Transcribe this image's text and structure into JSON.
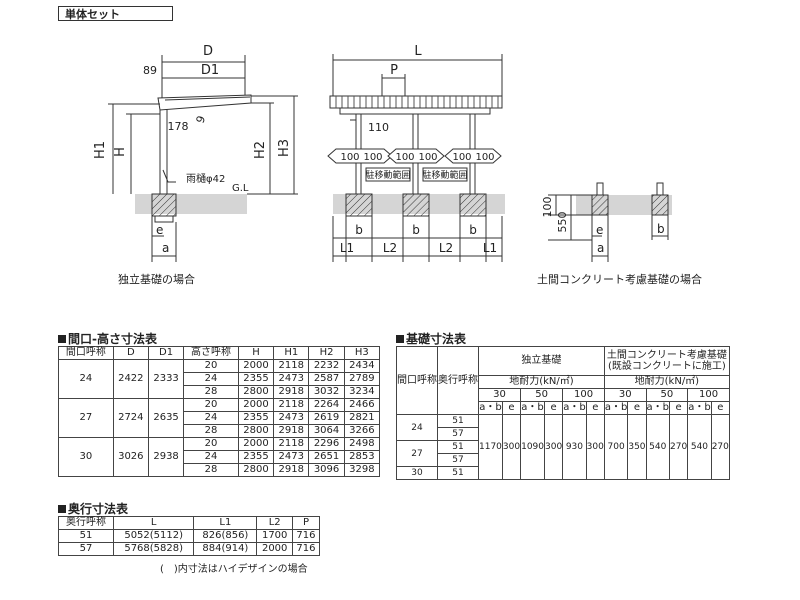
{
  "tag": "単体セット",
  "diagram_left": {
    "labels": {
      "D": "D",
      "D1": "D1",
      "dim89": "89",
      "dim178": "178",
      "dim9": "9",
      "H1": "H1",
      "H": "H",
      "H2": "H2",
      "H3": "H3",
      "gutter": "雨樋φ42",
      "gl": "G.L",
      "e": "e",
      "a": "a"
    },
    "caption": "独立基礎の場合"
  },
  "diagram_mid": {
    "labels": {
      "L": "L",
      "P": "P",
      "dim110": "110",
      "L1": "L1",
      "L2": "L2",
      "b": "b",
      "arrow": "100",
      "sign": "駐移動範囲"
    }
  },
  "diagram_right": {
    "labels": {
      "dim100": "100",
      "dim550": "550",
      "e": "e",
      "a": "a",
      "b": "b"
    },
    "caption": "土間コンクリート考慮基礎の場合"
  },
  "table_height": {
    "title": "間口-高さ寸法表",
    "headers": [
      "間口呼称",
      "D",
      "D1",
      "高さ呼称",
      "H",
      "H1",
      "H2",
      "H3"
    ],
    "groups": [
      {
        "name": "24",
        "D": "2422",
        "D1": "2333",
        "rows": [
          [
            "20",
            "2000",
            "2118",
            "2232",
            "2434"
          ],
          [
            "24",
            "2355",
            "2473",
            "2587",
            "2789"
          ],
          [
            "28",
            "2800",
            "2918",
            "3032",
            "3234"
          ]
        ]
      },
      {
        "name": "27",
        "D": "2724",
        "D1": "2635",
        "rows": [
          [
            "20",
            "2000",
            "2118",
            "2264",
            "2466"
          ],
          [
            "24",
            "2355",
            "2473",
            "2619",
            "2821"
          ],
          [
            "28",
            "2800",
            "2918",
            "3064",
            "3266"
          ]
        ]
      },
      {
        "name": "30",
        "D": "3026",
        "D1": "2938",
        "rows": [
          [
            "20",
            "2000",
            "2118",
            "2296",
            "2498"
          ],
          [
            "24",
            "2355",
            "2473",
            "2651",
            "2853"
          ],
          [
            "28",
            "2800",
            "2918",
            "3096",
            "3298"
          ]
        ]
      }
    ]
  },
  "table_depth": {
    "title": "奥行寸法表",
    "headers": [
      "奥行呼称",
      "L",
      "L1",
      "L2",
      "P"
    ],
    "rows": [
      [
        "51",
        "5052(5112)",
        "826(856)",
        "1700",
        "716"
      ],
      [
        "57",
        "5768(5828)",
        "884(914)",
        "2000",
        "716"
      ]
    ],
    "note": "(　)内寸法はハイデザインの場合"
  },
  "table_base": {
    "title": "基礎寸法表",
    "col_frontage": "間口呼称",
    "col_depth": "奥行呼称",
    "group1": "独立基礎",
    "group2": "土間コンクリート考慮基礎",
    "group2_sub": "(既設コンクリートに施工)",
    "bearing": "地耐力(kN/㎡)",
    "loads": [
      "30",
      "50",
      "100",
      "30",
      "50",
      "100"
    ],
    "sub": [
      "a・b",
      "e",
      "a・b",
      "e",
      "a・b",
      "e",
      "a・b",
      "e",
      "a・b",
      "e",
      "a・b",
      "e"
    ],
    "frontages": [
      {
        "name": "24",
        "depths": [
          "51",
          "57"
        ]
      },
      {
        "name": "27",
        "depths": [
          "51",
          "57"
        ]
      },
      {
        "name": "30",
        "depths": [
          "51"
        ]
      }
    ],
    "values": [
      "1170",
      "300",
      "1090",
      "300",
      "930",
      "300",
      "700",
      "350",
      "540",
      "270",
      "540",
      "270"
    ]
  }
}
